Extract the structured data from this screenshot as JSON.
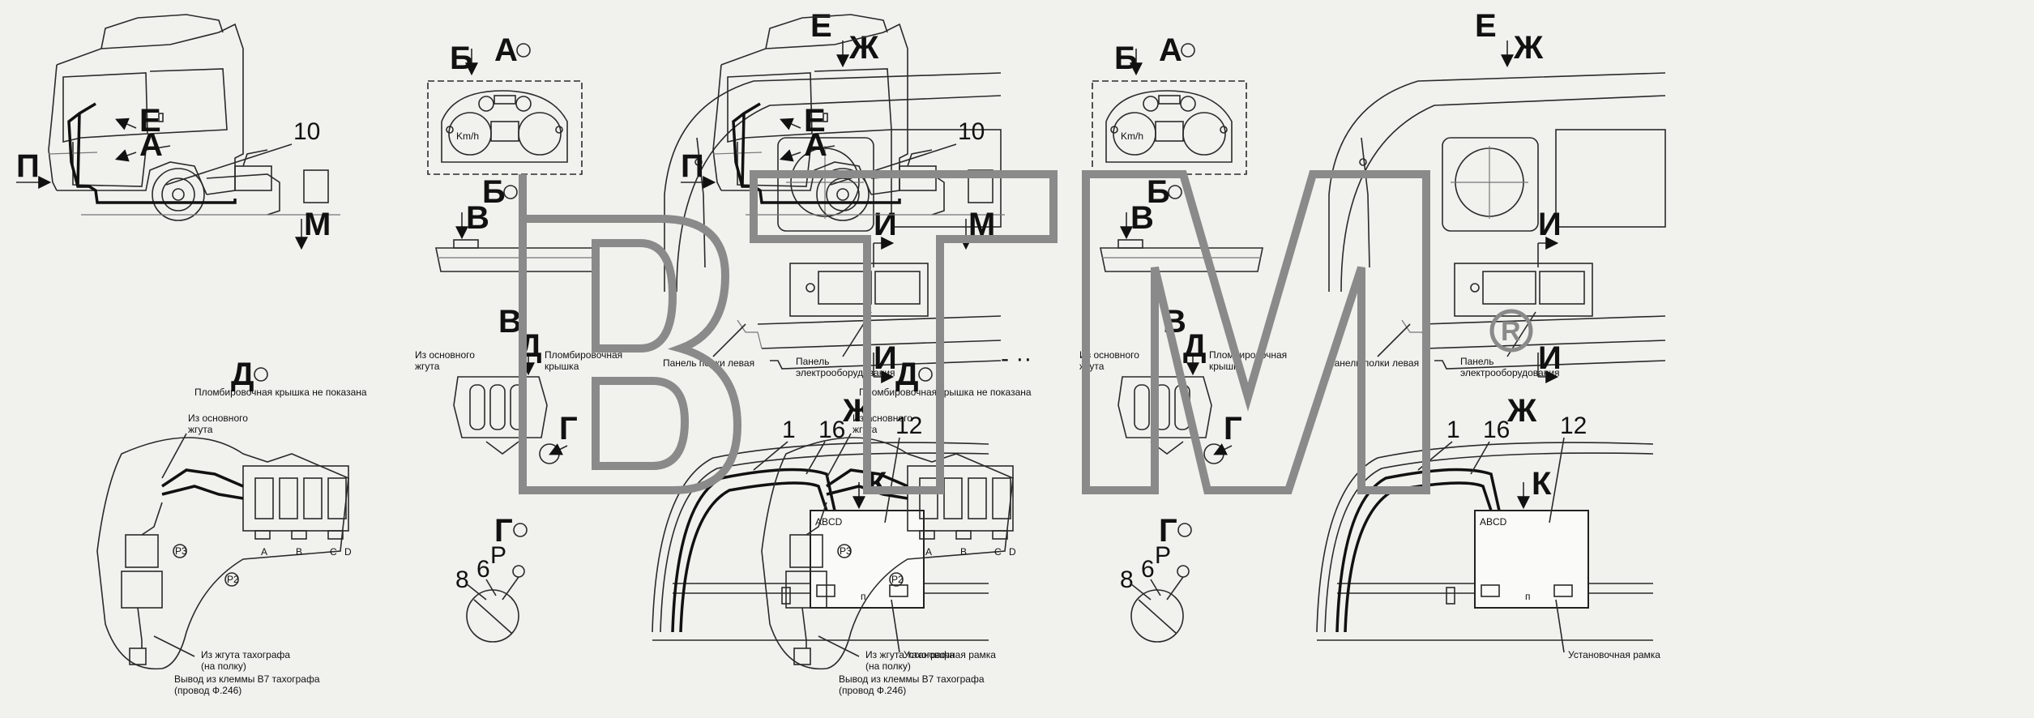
{
  "views": [
    {
      "id": "left",
      "cab": {
        "letter_p": "П",
        "letter_e": "Е",
        "letter_a": "А",
        "letter_m": "М",
        "num_10": "10"
      },
      "view_a": {
        "title": "А",
        "letter_b": "Б",
        "kmh": "Km/h"
      },
      "view_b": {
        "title": "Б",
        "letter_v": "В"
      },
      "view_v": {
        "title": "В",
        "letter_d": "Д",
        "main_harness": "Из основного\nжгута",
        "seal_cover": "Пломбировочная\nкрышка",
        "letter_g": "Г"
      },
      "view_d": {
        "title": "Д",
        "note": "Пломбировочная крышка не показана",
        "main_harness": "Из основного\nжгута",
        "tacho_harness": "Из жгута тахографа\n(на полку)",
        "terminal_out": "Вывод из клеммы В7 тахографа\n(провод Ф.246)",
        "p3": "P3",
        "p2": "P2",
        "col_a": "A",
        "col_b": "B",
        "col_c": "C",
        "col_d": "D"
      },
      "view_g": {
        "title": "Г",
        "num_8": "8",
        "num_6": "6",
        "letter_r": "Р"
      },
      "view_e": {
        "title": "Е",
        "letter_zh": "Ж",
        "letter_i1": "И",
        "letter_i2": "И",
        "shelf_panel": "Панель полки левая",
        "el_panel": "Панель\nэлектрооборудования"
      },
      "view_zh": {
        "title": "Ж",
        "num_1": "1",
        "num_16": "16",
        "num_12": "12",
        "letter_k": "К",
        "abcd": "ABCD",
        "frame": "Установочная рамка"
      }
    },
    {
      "id": "right",
      "cab": {
        "letter_p": "П",
        "letter_e": "Е",
        "letter_a": "А",
        "letter_m": "М",
        "num_10": "10"
      },
      "view_a": {
        "title": "А",
        "letter_b": "Б",
        "kmh": "Km/h"
      },
      "view_b": {
        "title": "Б",
        "letter_v": "В"
      },
      "view_v": {
        "title": "В",
        "letter_d": "Д",
        "main_harness": "Из основного\nжгута",
        "seal_cover": "Пломбировочная\nкрышка",
        "letter_g": "Г"
      },
      "view_d": {
        "title": "Д",
        "note": "Пломбировочная крышка не показана",
        "main_harness": "Из основного\nжгута",
        "tacho_harness": "Из жгута тахографа\n(на полку)",
        "terminal_out": "Вывод из клеммы В7 тахографа\n(провод Ф.246)",
        "p3": "P3",
        "p2": "P2",
        "col_a": "A",
        "col_b": "B",
        "col_c": "C",
        "col_d": "D"
      },
      "view_g": {
        "title": "Г",
        "num_8": "8",
        "num_6": "6",
        "letter_r": "Р"
      },
      "view_e": {
        "title": "Е",
        "letter_zh": "Ж",
        "letter_i1": "И",
        "letter_i2": "И",
        "shelf_panel": "Панель полки левая",
        "el_panel": "Панель\nэлектрооборудования"
      },
      "view_zh": {
        "title": "Ж",
        "num_1": "1",
        "num_16": "16",
        "num_12": "12",
        "letter_k": "К",
        "abcd": "ABCD",
        "frame": "Установочная рамка"
      }
    }
  ],
  "watermark": {
    "text": "BTM",
    "registered": "R"
  },
  "stray_marks": "-  ··"
}
